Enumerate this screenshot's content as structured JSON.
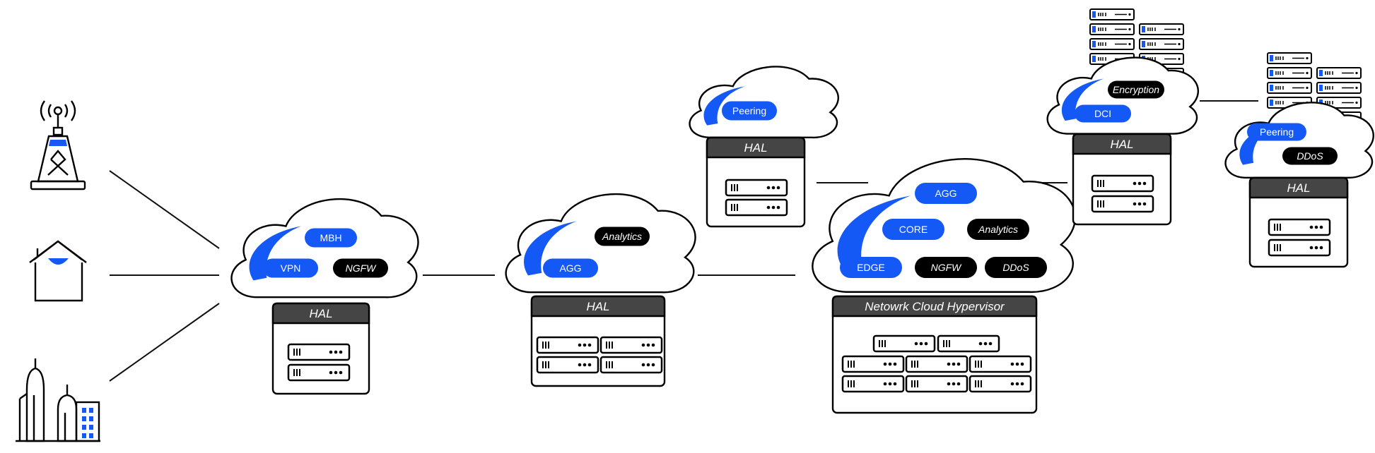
{
  "colors": {
    "blue": "#1459f5",
    "black": "#000000",
    "dark_header": "#454545",
    "line": "#111111"
  },
  "icons": {
    "cell_tower": "cell-tower-icon",
    "home": "home-icon",
    "city": "city-buildings-icon",
    "server_rack": "server-rack-icon"
  },
  "clouds": {
    "c1": {
      "hal": "HAL",
      "services": [
        {
          "label": "MBH",
          "style": "blue"
        },
        {
          "label": "VPN",
          "style": "blue"
        },
        {
          "label": "NGFW",
          "style": "black"
        }
      ]
    },
    "c2": {
      "hal": "HAL",
      "services": [
        {
          "label": "Analytics",
          "style": "black"
        },
        {
          "label": "AGG",
          "style": "blue"
        }
      ]
    },
    "c3": {
      "hal": "HAL",
      "services": [
        {
          "label": "Peering",
          "style": "blue"
        }
      ]
    },
    "c4": {
      "hal": "Netowrk Cloud Hypervisor",
      "services": [
        {
          "label": "AGG",
          "style": "blue"
        },
        {
          "label": "CORE",
          "style": "blue"
        },
        {
          "label": "Analytics",
          "style": "black"
        },
        {
          "label": "EDGE",
          "style": "blue"
        },
        {
          "label": "NGFW",
          "style": "black"
        },
        {
          "label": "DDoS",
          "style": "black"
        }
      ]
    },
    "c5": {
      "hal": "HAL",
      "services": [
        {
          "label": "Encryption",
          "style": "black"
        },
        {
          "label": "DCI",
          "style": "blue"
        }
      ]
    },
    "c6": {
      "hal": "HAL",
      "services": [
        {
          "label": "Peering",
          "style": "blue"
        },
        {
          "label": "DDoS",
          "style": "black"
        }
      ]
    }
  }
}
